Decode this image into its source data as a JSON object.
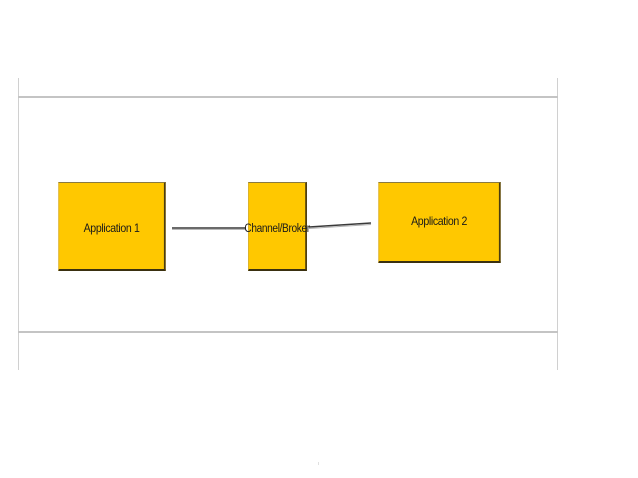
{
  "diagram": {
    "nodes": [
      {
        "id": "app1",
        "label": "Application 1"
      },
      {
        "id": "broker",
        "label": "Channel/Broker"
      },
      {
        "id": "app2",
        "label": "Application 2"
      }
    ],
    "edges": [
      {
        "from": "app1",
        "to": "broker"
      },
      {
        "from": "broker",
        "to": "app2"
      }
    ],
    "colors": {
      "node_fill": "#ffc800",
      "node_border": "#3a3010",
      "edge": "#5a5a5a",
      "frame": "#c4c4c4"
    }
  }
}
